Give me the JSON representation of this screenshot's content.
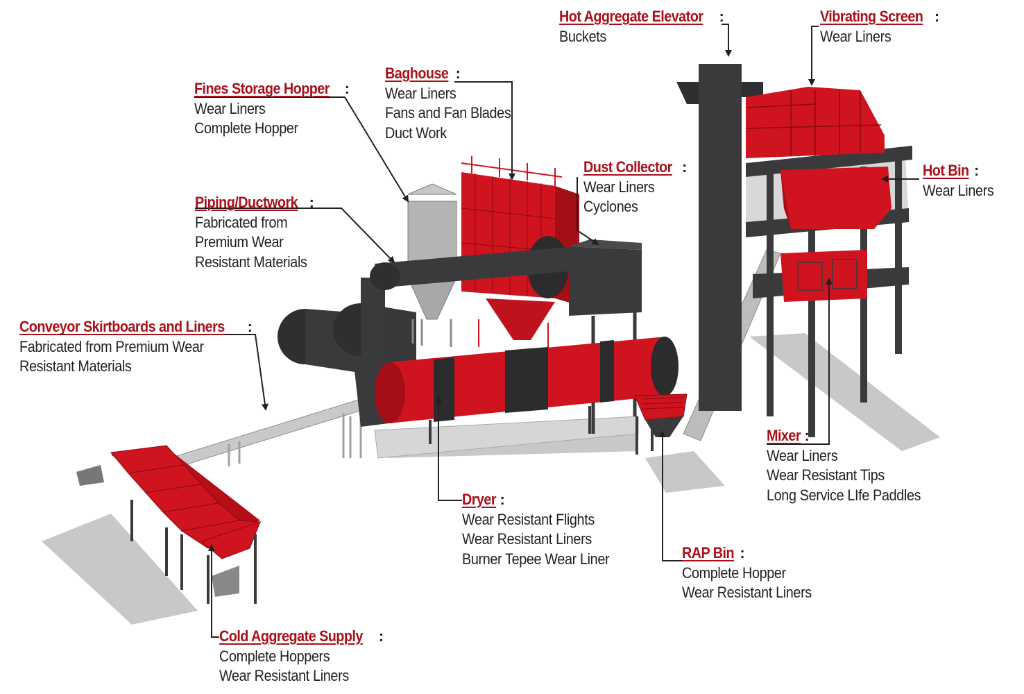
{
  "colors": {
    "title_red": "#a8111a",
    "equipment_red": "#d0141f",
    "equipment_dark": "#3a3a3c",
    "silo_gray": "#b4b4b4",
    "ground_shadow": "#c8c8c8",
    "text": "#231f20"
  },
  "callouts": {
    "hot_aggregate_elevator": {
      "title": "Hot Aggregate Elevator",
      "lines": [
        "Buckets"
      ]
    },
    "vibrating_screen": {
      "title": "Vibrating Screen",
      "lines": [
        "Wear Liners"
      ]
    },
    "baghouse": {
      "title": "Baghouse",
      "lines": [
        "Wear Liners",
        "Fans and Fan Blades",
        "Duct Work"
      ]
    },
    "fines_storage_hopper": {
      "title": "Fines Storage Hopper",
      "lines": [
        "Wear Liners",
        "Complete Hopper"
      ]
    },
    "dust_collector": {
      "title": "Dust Collector",
      "lines": [
        "Wear Liners",
        "Cyclones"
      ]
    },
    "hot_bin": {
      "title": "Hot Bin",
      "lines": [
        "Wear Liners"
      ]
    },
    "piping_ductwork": {
      "title": "Piping/Ductwork",
      "lines": [
        "Fabricated from",
        "Premium Wear",
        "Resistant Materials"
      ]
    },
    "conveyor_skirtboards": {
      "title": "Conveyor Skirtboards and Liners",
      "lines": [
        "Fabricated from Premium Wear",
        "Resistant Materials"
      ]
    },
    "mixer": {
      "title": "Mixer",
      "lines": [
        "Wear Liners",
        "Wear Resistant Tips",
        "Long Service LIfe Paddles"
      ]
    },
    "dryer": {
      "title": "Dryer",
      "lines": [
        "Wear Resistant Flights",
        "Wear Resistant Liners",
        "Burner Tepee Wear Liner"
      ]
    },
    "rap_bin": {
      "title": "RAP Bin",
      "lines": [
        "Complete Hopper",
        "Wear Resistant Liners"
      ]
    },
    "cold_aggregate_supply": {
      "title": "Cold Aggregate Supply",
      "lines": [
        "Complete Hoppers",
        "Wear Resistant Liners"
      ]
    }
  }
}
